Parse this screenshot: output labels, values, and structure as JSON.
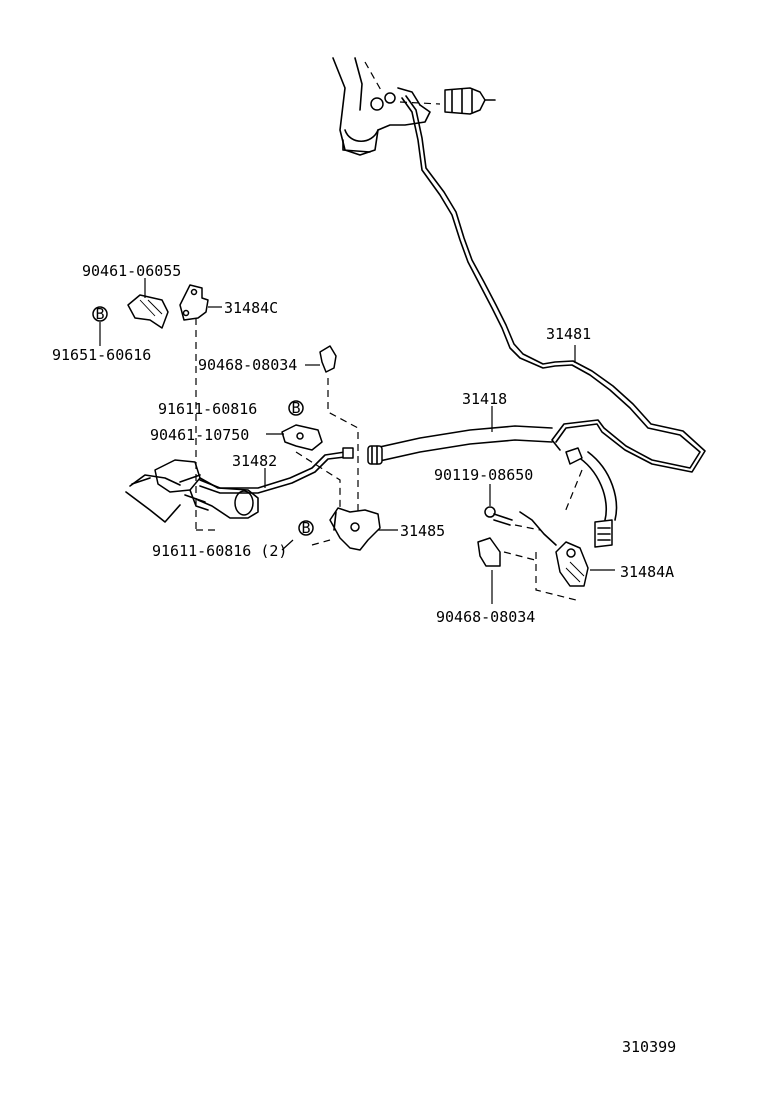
{
  "diagram": {
    "labels": {
      "p90461_06055": "90461-06055",
      "p31484C": "31484C",
      "p91651_60616": "91651-60616",
      "p90468_08034_top": "90468-08034",
      "p91611_60816": "91611-60816",
      "p90461_10750": "90461-10750",
      "p31482": "31482",
      "p91611_60816_2": "91611-60816 (2)",
      "p31485": "31485",
      "p31481": "31481",
      "p31418": "31418",
      "p90119_08650": "90119-08650",
      "p31484A": "31484A",
      "p90468_08034_bottom": "90468-08034",
      "bolt_marker": "B",
      "diagram_number": "310399"
    }
  }
}
